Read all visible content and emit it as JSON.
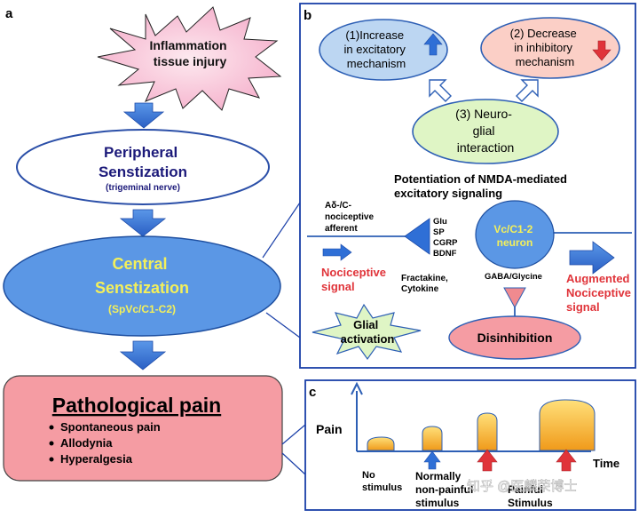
{
  "panels": {
    "a": "a",
    "b": "b",
    "c": "c"
  },
  "panel_a": {
    "inflammation": [
      "Inflammation",
      "tissue injury"
    ],
    "peripheral": {
      "line1": "Peripheral",
      "line2": "Senstization",
      "sub": "(trigeminal nerve)"
    },
    "central": {
      "line1": "Central",
      "line2": "Senstization",
      "sub": "(SpVc/C1-C2)"
    },
    "pathological": {
      "title": "Pathological pain",
      "items": [
        "Spontaneous pain",
        "Allodynia",
        "Hyperalgesia"
      ]
    }
  },
  "panel_b": {
    "increase": [
      "(1)Increase",
      "in excitatory",
      "mechanism"
    ],
    "decrease": [
      "(2) Decrease",
      "in inhibitory",
      "mechanism"
    ],
    "neuroglial": [
      "(3) Neuro-",
      "glial",
      "interaction"
    ],
    "potentiation": [
      "Potentiation  of NMDA-mediated",
      "excitatory signaling"
    ],
    "afferent": [
      "Aδ-/C-",
      "nociceptive",
      "afferent"
    ],
    "transmitters": [
      "Glu",
      "SP",
      "CGRP",
      "BDNF"
    ],
    "neuron": [
      "Vc/C1-2",
      "neuron"
    ],
    "nociceptive_signal": [
      "Nociceptive",
      "signal"
    ],
    "fractakine": [
      "Fractakine,",
      "Cytokine"
    ],
    "gaba": "GABA/Glycine",
    "augmented": [
      "Augmented",
      "Nociceptive",
      "signal"
    ],
    "glial": [
      "Glial",
      "activation"
    ],
    "disinhibition": "Disinhibition"
  },
  "panel_c": {
    "pain_label": "Pain",
    "time_label": "Time",
    "stimuli": [
      [
        "No",
        "stimulus"
      ],
      [
        "Normally",
        "non-painful",
        "stimulus"
      ],
      [
        "Painful",
        "Stimulus"
      ]
    ]
  },
  "watermark": "知乎 @医麟荣博士",
  "colors": {
    "arrow_blue": "#2f6fd6",
    "red_text": "#e0343a",
    "pink_box": "#f59ca3",
    "central_blue": "#5b97e5",
    "central_yellow": "#f4f05a",
    "navy": "#1c1a7a",
    "panel_border": "#1a3fa8",
    "orange_bump": "#f3b33a",
    "green_bubble": "#dff5c5",
    "blue_bubble": "#bcd6f2",
    "pink_bubble": "#fbcfc6"
  }
}
